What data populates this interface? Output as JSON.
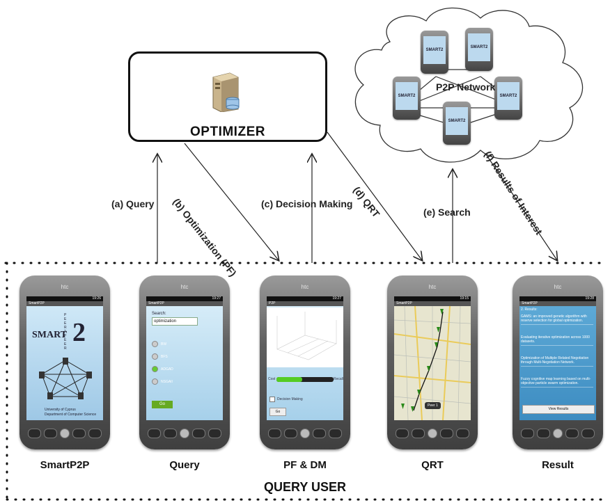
{
  "optimizer": {
    "title": "OPTIMIZER"
  },
  "network": {
    "title": "P2P Network",
    "phone_logo": "SMART2"
  },
  "arrows": {
    "a": "(a) Query",
    "b": "(b) Optimization (PF)",
    "c": "(c) Decision Making",
    "d": "(d) QRT",
    "e": "(e) Search",
    "f": "(f) Results of Interest"
  },
  "phones": [
    {
      "caption": "SmartP2P",
      "brand": "htc",
      "time": "19:26",
      "app": "SmartP2P",
      "logo": "SMART",
      "logo_super": "2",
      "side_letters": "PEER2PEER",
      "footer": "University of Cyprus",
      "footer2": "Department of Computer Science"
    },
    {
      "caption": "Query",
      "brand": "htc",
      "time": "19:27",
      "app": "SmartP2P",
      "search_label": "Search:",
      "search_value": "optimization",
      "options": [
        "BW",
        "BFS",
        "ADGAD",
        "NSGAII"
      ],
      "button": "Go"
    },
    {
      "caption": "PF & DM",
      "brand": "htc",
      "time": "19:27",
      "app": "P2P",
      "slider_left": "Cost",
      "slider_right": "Recall",
      "check": "Decision Making",
      "button": "Go"
    },
    {
      "caption": "QRT",
      "brand": "htc",
      "time": "19:15",
      "app": "SmartP2P",
      "tooltip": "Peer 1"
    },
    {
      "caption": "Result",
      "brand": "htc",
      "time": "19:28",
      "app": "SmartP2P",
      "results_head": "2. Results:",
      "results": [
        "GAMS: an improved genetic algorithm with reserve selection for global optimization.",
        "Evaluating iterative optimization across 1000 datasets.",
        "Optimization of Multiple Related Negotiation through Multi-Negotiation Network.",
        "Fuzzy cognitive map learning based on multi-objective particle swarm optimization."
      ],
      "button": "View Results"
    }
  ],
  "footer": {
    "title": "QUERY USER"
  }
}
